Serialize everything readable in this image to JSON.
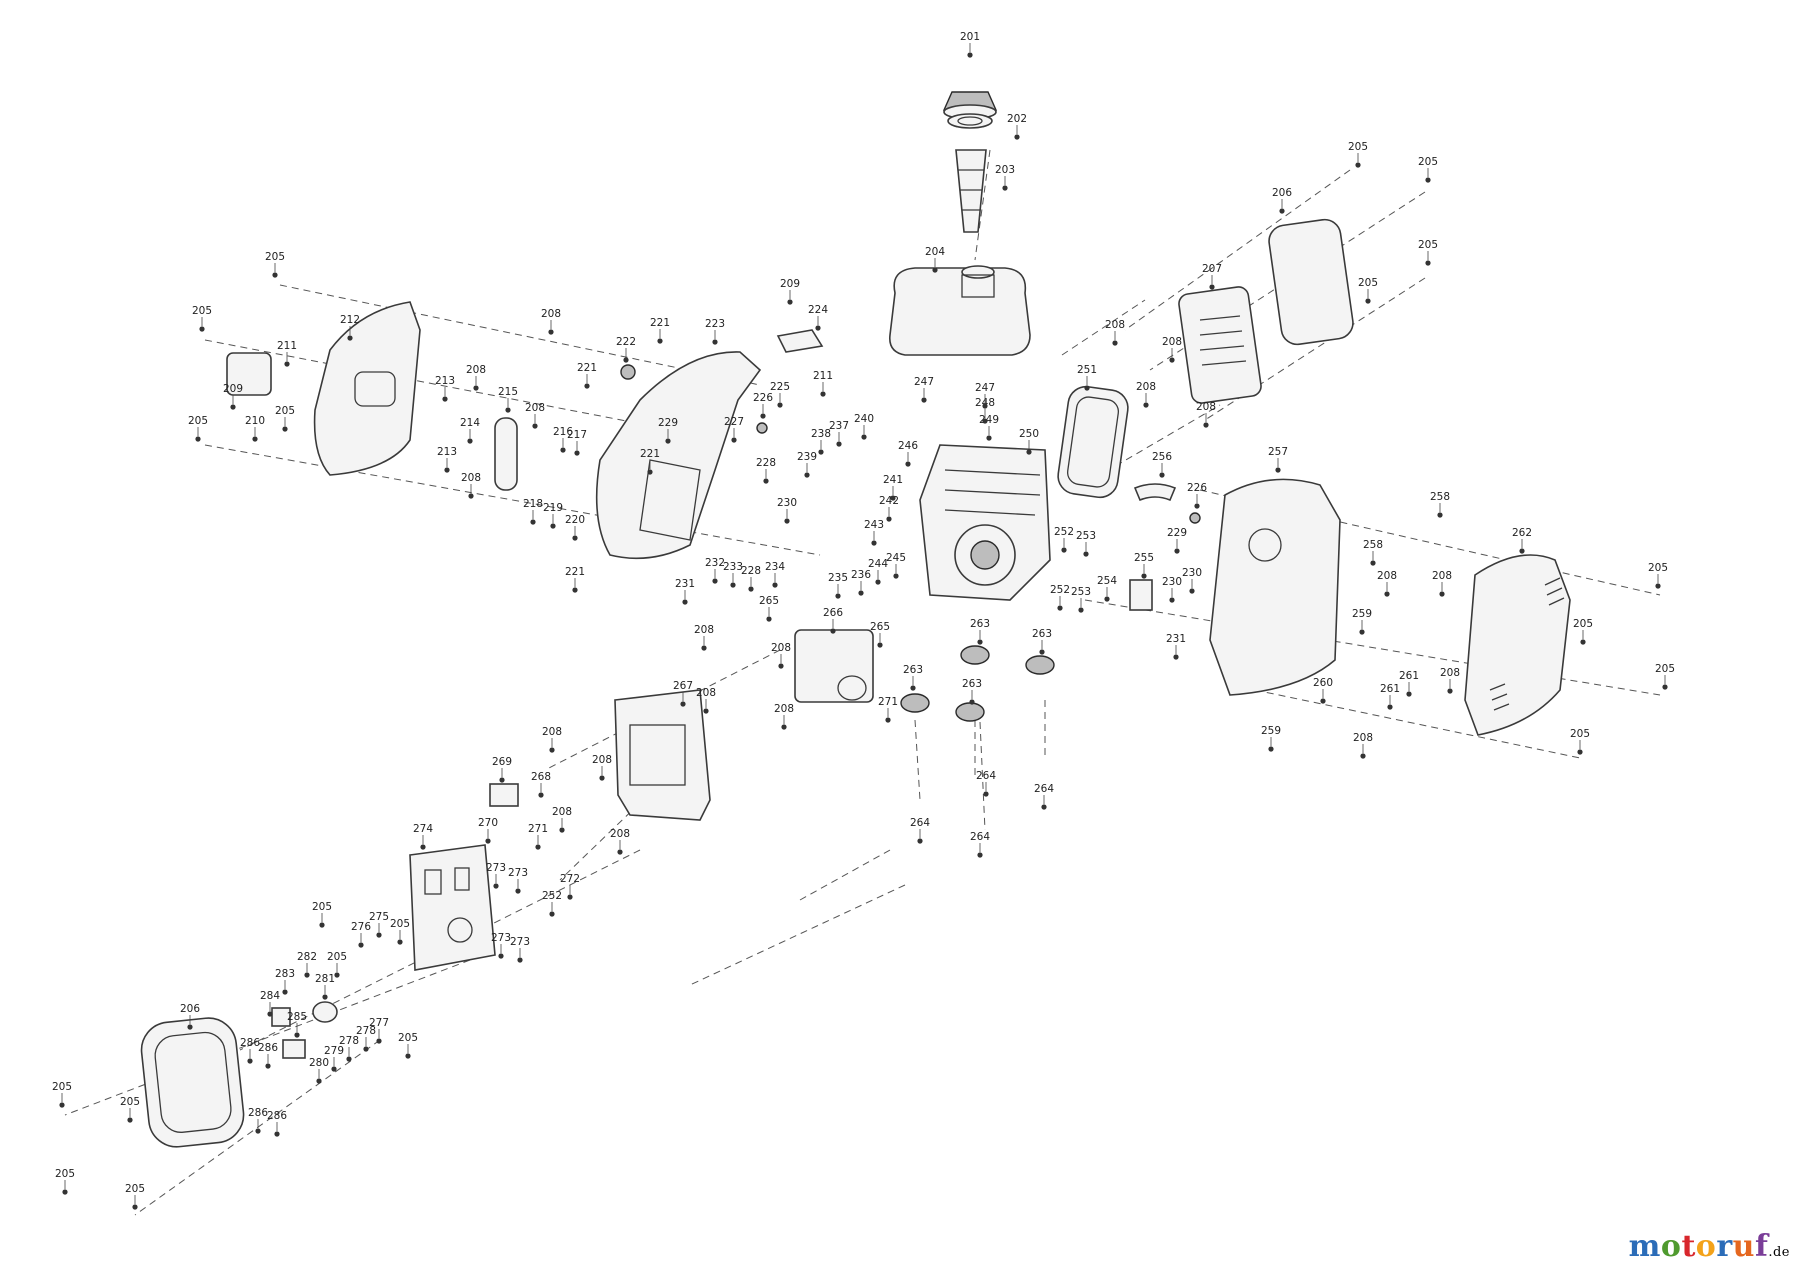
{
  "watermark": {
    "brand": "motoruf",
    "suffix": ".de",
    "letter_colors": [
      "#2b6cb8",
      "#4f9a2e",
      "#d8262c",
      "#f3a21a",
      "#2b6cb8",
      "#e5671f",
      "#7a3d98"
    ]
  },
  "parts": [
    {
      "id": "201",
      "label": "201"
    },
    {
      "id": "202",
      "label": "202"
    },
    {
      "id": "203",
      "label": "203"
    },
    {
      "id": "204",
      "label": "204"
    },
    {
      "id": "205",
      "label": "205"
    },
    {
      "id": "206",
      "label": "206"
    },
    {
      "id": "207",
      "label": "207"
    },
    {
      "id": "208",
      "label": "208"
    },
    {
      "id": "209",
      "label": "209"
    },
    {
      "id": "210",
      "label": "210"
    },
    {
      "id": "211",
      "label": "211"
    },
    {
      "id": "212",
      "label": "212"
    },
    {
      "id": "213",
      "label": "213"
    },
    {
      "id": "214",
      "label": "214"
    },
    {
      "id": "215",
      "label": "215"
    },
    {
      "id": "216",
      "label": "216"
    },
    {
      "id": "217",
      "label": "217"
    },
    {
      "id": "218",
      "label": "218"
    },
    {
      "id": "219",
      "label": "219"
    },
    {
      "id": "220",
      "label": "220"
    },
    {
      "id": "221",
      "label": "221"
    },
    {
      "id": "222",
      "label": "222"
    },
    {
      "id": "223",
      "label": "223"
    },
    {
      "id": "224",
      "label": "224"
    },
    {
      "id": "225",
      "label": "225"
    },
    {
      "id": "226",
      "label": "226"
    },
    {
      "id": "227",
      "label": "227"
    },
    {
      "id": "228",
      "label": "228"
    },
    {
      "id": "229",
      "label": "229"
    },
    {
      "id": "230",
      "label": "230"
    },
    {
      "id": "231",
      "label": "231"
    },
    {
      "id": "232",
      "label": "232"
    },
    {
      "id": "233",
      "label": "233"
    },
    {
      "id": "234",
      "label": "234"
    },
    {
      "id": "235",
      "label": "235"
    },
    {
      "id": "236",
      "label": "236"
    },
    {
      "id": "237",
      "label": "237"
    },
    {
      "id": "238",
      "label": "238"
    },
    {
      "id": "239",
      "label": "239"
    },
    {
      "id": "240",
      "label": "240"
    },
    {
      "id": "241",
      "label": "241"
    },
    {
      "id": "242",
      "label": "242"
    },
    {
      "id": "243",
      "label": "243"
    },
    {
      "id": "244",
      "label": "244"
    },
    {
      "id": "245",
      "label": "245"
    },
    {
      "id": "246",
      "label": "246"
    },
    {
      "id": "247",
      "label": "247"
    },
    {
      "id": "248",
      "label": "248"
    },
    {
      "id": "249",
      "label": "249"
    },
    {
      "id": "250",
      "label": "250"
    },
    {
      "id": "251",
      "label": "251"
    },
    {
      "id": "252",
      "label": "252"
    },
    {
      "id": "253",
      "label": "253"
    },
    {
      "id": "254",
      "label": "254"
    },
    {
      "id": "255",
      "label": "255"
    },
    {
      "id": "256",
      "label": "256"
    },
    {
      "id": "257",
      "label": "257"
    },
    {
      "id": "258",
      "label": "258"
    },
    {
      "id": "259",
      "label": "259"
    },
    {
      "id": "260",
      "label": "260"
    },
    {
      "id": "261",
      "label": "261"
    },
    {
      "id": "262",
      "label": "262"
    },
    {
      "id": "263",
      "label": "263"
    },
    {
      "id": "264",
      "label": "264"
    },
    {
      "id": "265",
      "label": "265"
    },
    {
      "id": "266",
      "label": "266"
    },
    {
      "id": "267",
      "label": "267"
    },
    {
      "id": "268",
      "label": "268"
    },
    {
      "id": "269",
      "label": "269"
    },
    {
      "id": "270",
      "label": "270"
    },
    {
      "id": "271",
      "label": "271"
    },
    {
      "id": "272",
      "label": "272"
    },
    {
      "id": "273",
      "label": "273"
    },
    {
      "id": "274",
      "label": "274"
    },
    {
      "id": "275",
      "label": "275"
    },
    {
      "id": "276",
      "label": "276"
    },
    {
      "id": "277",
      "label": "277"
    },
    {
      "id": "278",
      "label": "278"
    },
    {
      "id": "279",
      "label": "279"
    },
    {
      "id": "280",
      "label": "280"
    },
    {
      "id": "281",
      "label": "281"
    },
    {
      "id": "282",
      "label": "282"
    },
    {
      "id": "283",
      "label": "283"
    },
    {
      "id": "284",
      "label": "284"
    },
    {
      "id": "285",
      "label": "285"
    },
    {
      "id": "286",
      "label": "286"
    }
  ]
}
